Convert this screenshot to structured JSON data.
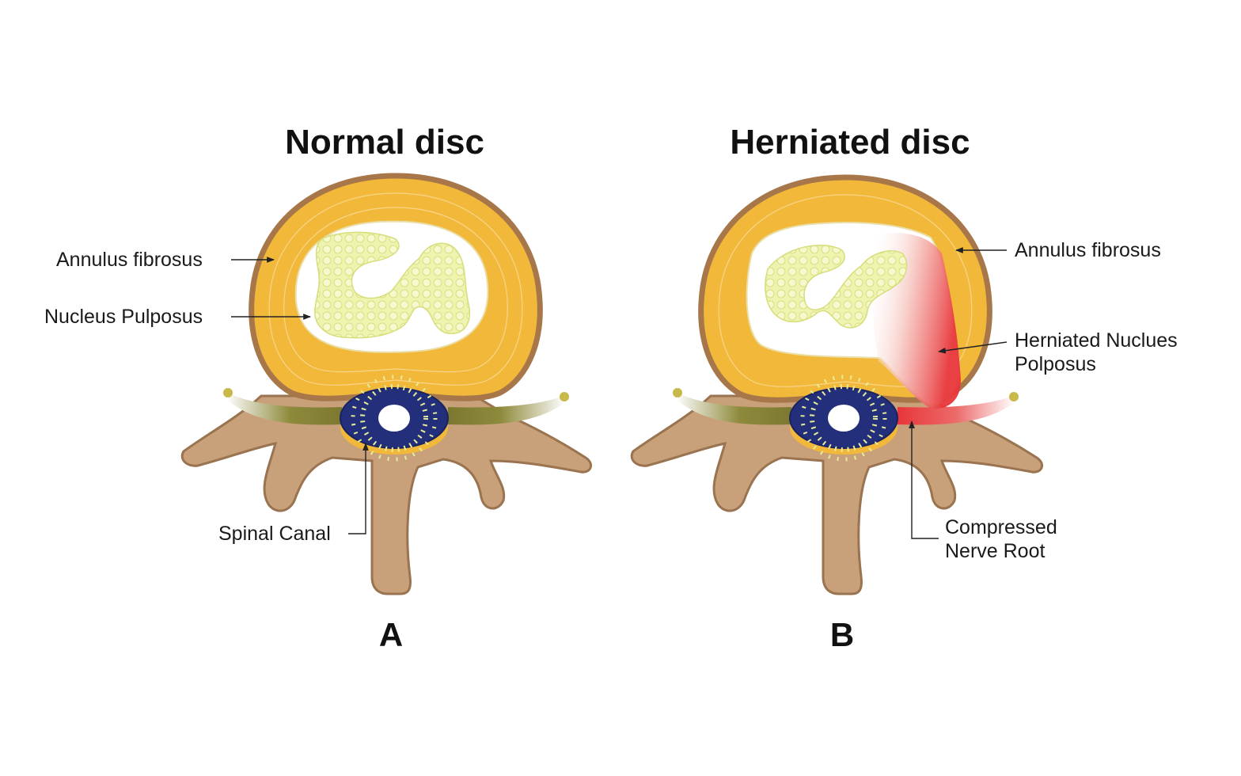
{
  "panel_a": {
    "title": "Normal disc",
    "letter": "A",
    "labels": {
      "annulus": "Annulus fibrosus",
      "nucleus": "Nucleus Pulposus",
      "canal": "Spinal Canal"
    }
  },
  "panel_b": {
    "title": "Herniated disc",
    "letter": "B",
    "labels": {
      "annulus": "Annulus fibrosus",
      "herniated_line1": "Herniated Nuclues",
      "herniated_line2": "Polposus",
      "compressed_line1": "Compressed",
      "compressed_line2": "Nerve Root"
    }
  },
  "colors": {
    "bone": "#c8a07a",
    "bone_outline": "#9a7350",
    "annulus": "#f2b83a",
    "annulus_outline": "#a7774a",
    "nucleus": "#eef3b0",
    "canal_ring": "#232f7a",
    "canal_dots": "#e6ec9a",
    "nerve": "#8e8a3c",
    "herniation": "#e8363a"
  }
}
